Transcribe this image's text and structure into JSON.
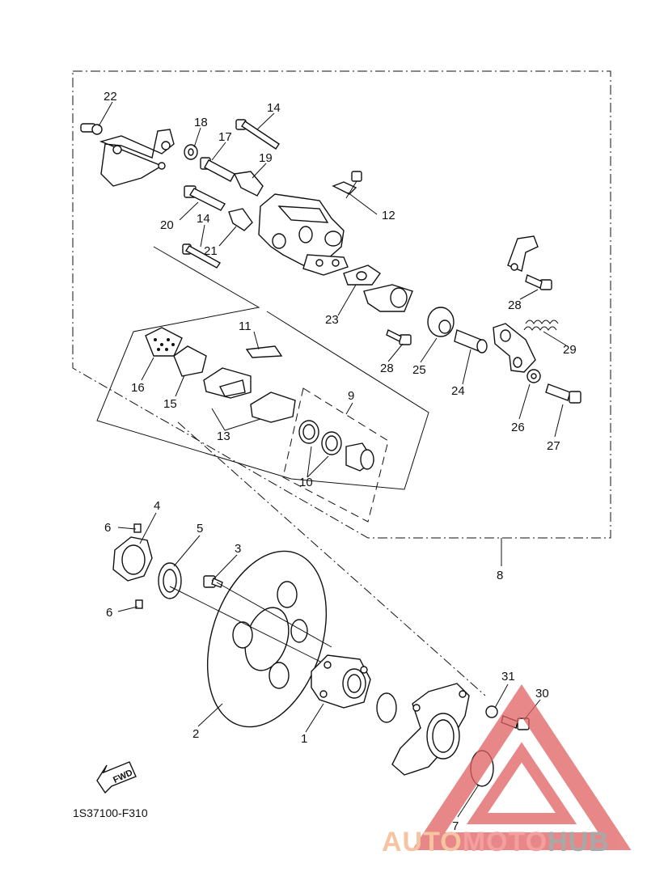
{
  "figure_code": "1S37100-F310",
  "fwd_label": "FWD",
  "watermark": {
    "parts": [
      "AUTO",
      "MOTO",
      "HUB"
    ],
    "colors": [
      "#f4b183",
      "#f08080",
      "#8c8c8c"
    ],
    "triangle_color": "#e06060"
  },
  "callouts": [
    "22",
    "18",
    "17",
    "14",
    "19",
    "12",
    "20",
    "14",
    "21",
    "23",
    "28",
    "29",
    "11",
    "25",
    "24",
    "28",
    "16",
    "15",
    "13",
    "9",
    "26",
    "27",
    "10",
    "4",
    "6",
    "5",
    "3",
    "6",
    "8",
    "2",
    "1",
    "31",
    "30",
    "7"
  ]
}
